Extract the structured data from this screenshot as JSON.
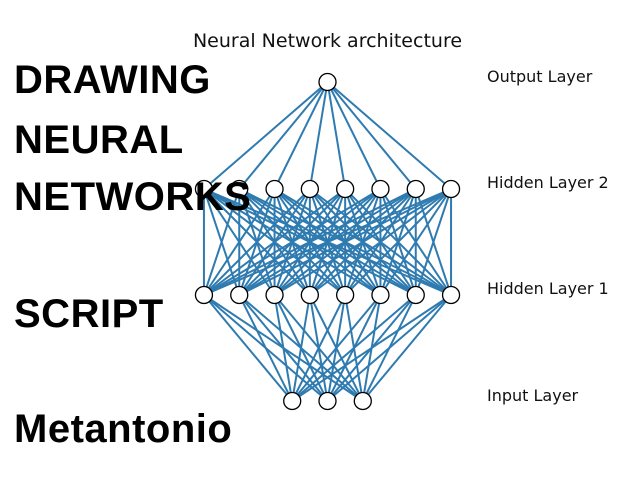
{
  "title": "Neural Network architecture",
  "edge_color": "#2f7bb0",
  "layers": [
    {
      "name": "Input Layer",
      "nodes": 3
    },
    {
      "name": "Hidden Layer 1",
      "nodes": 8
    },
    {
      "name": "Hidden Layer 2",
      "nodes": 8
    },
    {
      "name": "Output Layer",
      "nodes": 1
    }
  ],
  "overlay_text": [
    "DRAWING",
    "NEURAL",
    "NETWORKS",
    "SCRIPT",
    "Metantonio"
  ]
}
